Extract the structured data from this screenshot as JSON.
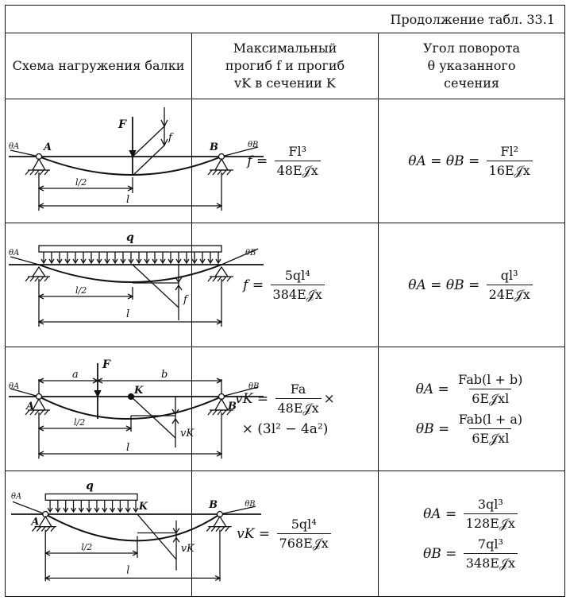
{
  "caption": "Продолжение табл. 33.1",
  "header": {
    "scheme": "Схема нагружения балки",
    "deflection": [
      "Максимальный",
      "прогиб f и прогиб",
      "vK в сечении K"
    ],
    "angle": [
      "Угол поворота",
      "θ указанного",
      "сечения"
    ]
  },
  "rows": [
    {
      "labels": {
        "load": "F",
        "defl": "f",
        "a": "A",
        "b": "B",
        "thA": "θA",
        "thB": "θB",
        "half": "l/2",
        "span": "l"
      },
      "deflection": {
        "lhs": "f",
        "num": "Fl³",
        "den": "48E𝒥x"
      },
      "angle": [
        {
          "lhs": "θA = θB",
          "num": "Fl²",
          "den": "16E𝒥x"
        }
      ]
    },
    {
      "labels": {
        "load": "q",
        "defl": "f",
        "a": "A",
        "b": "B",
        "thA": "θA",
        "thB": "θB",
        "half": "l/2",
        "span": "l"
      },
      "deflection": {
        "lhs": "f",
        "num": "5ql⁴",
        "den": "384E𝒥x"
      },
      "angle": [
        {
          "lhs": "θA = θB",
          "num": "ql³",
          "den": "24E𝒥x"
        }
      ]
    },
    {
      "labels": {
        "load": "F",
        "defl": "vK",
        "a": "A",
        "b": "B",
        "k": "K",
        "thA": "θA",
        "thB": "θB",
        "half": "l/2",
        "span": "l",
        "da": "a",
        "db": "b"
      },
      "deflection": {
        "lhs": "vK",
        "num": "Fa",
        "den": "48E𝒥x",
        "tail": "×",
        "line2": "× (3l² − 4a²)"
      },
      "angle": [
        {
          "lhs": "θA",
          "num": "Fab(l + b)",
          "den": "6E𝒥xl"
        },
        {
          "lhs": "θB",
          "num": "Fab(l + a)",
          "den": "6E𝒥xl"
        }
      ]
    },
    {
      "labels": {
        "load": "q",
        "defl": "vK",
        "a": "A",
        "b": "B",
        "k": "K",
        "thA": "θA",
        "thB": "θB",
        "half": "l/2",
        "span": "l"
      },
      "deflection": {
        "lhs": "vK",
        "num": "5ql⁴",
        "den": "768E𝒥x"
      },
      "angle": [
        {
          "lhs": "θA",
          "num": "3ql³",
          "den": "128E𝒥x"
        },
        {
          "lhs": "θB",
          "num": "7ql³",
          "den": "348E𝒥x"
        }
      ]
    }
  ]
}
